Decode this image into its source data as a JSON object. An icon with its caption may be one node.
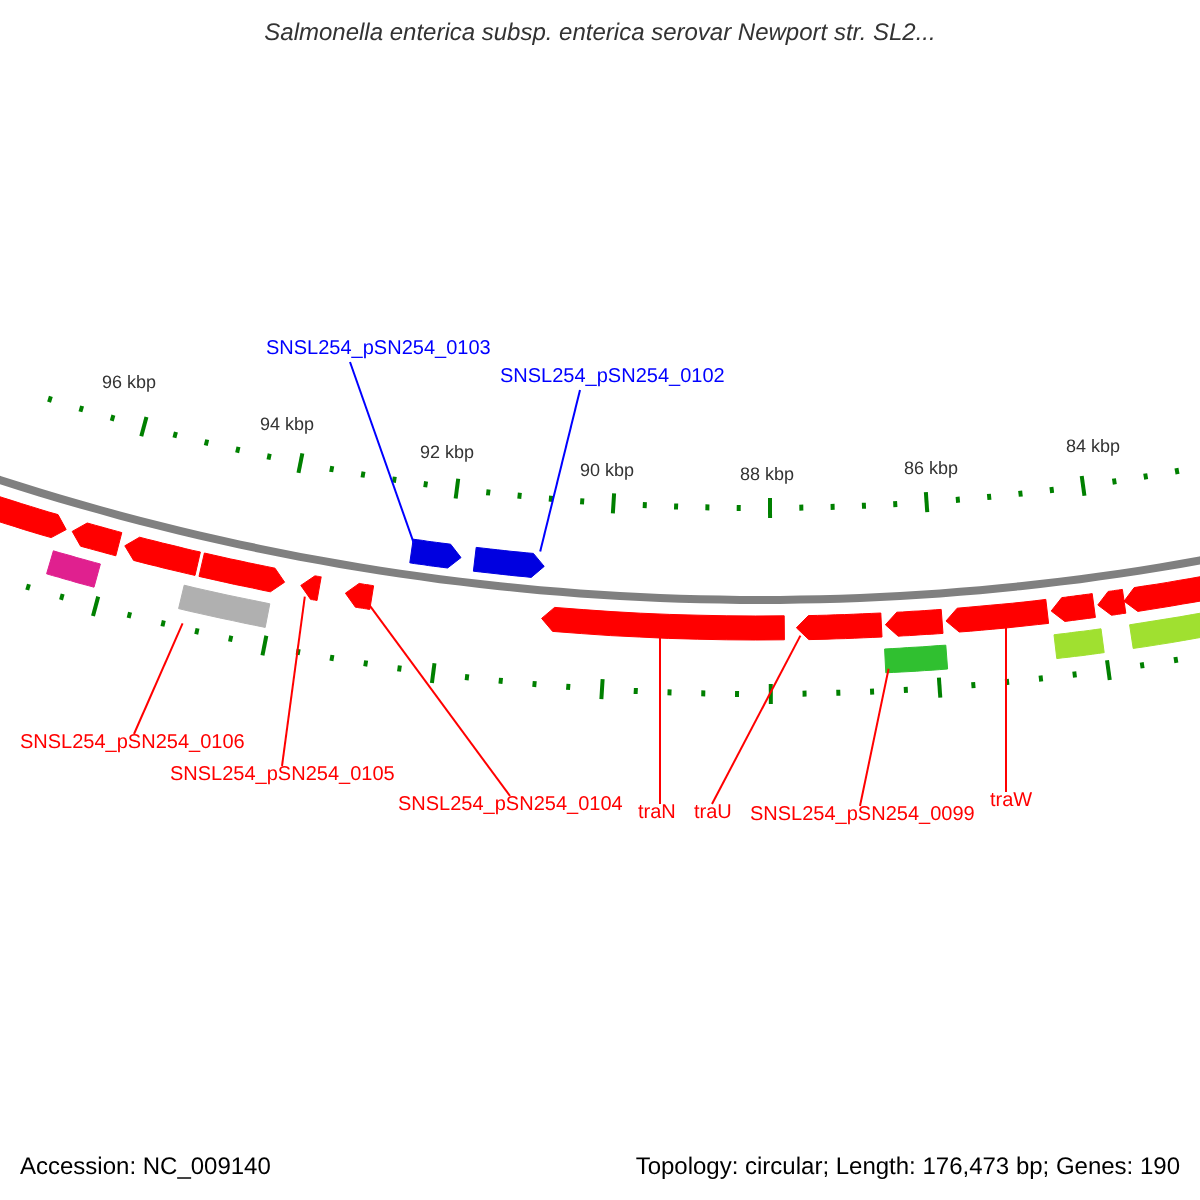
{
  "diagram": {
    "title": "Salmonella enterica subsp. enterica serovar Newport str. SL2...",
    "nodes": [
      {
        "text": [
          "SNSL254_pSN254_0103"
        ]
      },
      {
        "text": [
          "SNSL254_pSN254_0102"
        ]
      },
      {
        "text": [
          "SNSL254_pSN254_0106"
        ]
      },
      {
        "text": [
          "SNSL254_pSN254_0105"
        ]
      },
      {
        "text": [
          "SNSL254_pSN254_0104"
        ]
      },
      {
        "text": [
          "traN"
        ]
      },
      {
        "text": [
          "traU"
        ]
      },
      {
        "text": [
          "SNSL254_pSN254_0099"
        ]
      },
      {
        "text": [
          "traW"
        ]
      },
      {
        "text": [],
        "shape": "arrow"
      },
      {
        "text": [],
        "shape": "bar"
      },
      {
        "text": [],
        "shape": "arrow"
      },
      {
        "text": [],
        "shape": "arrow"
      },
      {
        "text": [],
        "shape": "bar"
      },
      {
        "text": [],
        "shape": "arrow"
      },
      {
        "text": [],
        "shape": "arrow"
      },
      {
        "text": [],
        "shape": "arrow"
      },
      {
        "text": [],
        "shape": "arrow"
      },
      {
        "text": [],
        "shape": "arrow"
      },
      {
        "text": [],
        "shape": "arrow"
      },
      {
        "text": [],
        "shape": "arrow"
      },
      {
        "text": [],
        "shape": "bar"
      },
      {
        "text": [],
        "shape": "arrow"
      },
      {
        "text": [],
        "shape": "arrow"
      },
      {
        "text": [],
        "shape": "arrow"
      },
      {
        "text": [],
        "shape": "bar"
      },
      {
        "text": [],
        "shape": "arrow"
      },
      {
        "text": [],
        "shape": "arrow"
      },
      {
        "text": [],
        "shape": "bar"
      }
    ],
    "edges": [
      {
        "from": 0,
        "to": 17,
        "arrow": "none",
        "color": "#0000ff"
      },
      {
        "from": 1,
        "to": 18,
        "arrow": "none",
        "color": "#0000ff"
      },
      {
        "from": 2,
        "to": 13,
        "arrow": "none"
      },
      {
        "from": 3,
        "to": 15,
        "arrow": "none"
      },
      {
        "from": 4,
        "to": 16,
        "arrow": "none"
      },
      {
        "from": 5,
        "to": 19,
        "arrow": "none"
      },
      {
        "from": 6,
        "to": 20,
        "arrow": "none"
      },
      {
        "from": 7,
        "to": 21,
        "arrow": "none"
      },
      {
        "from": 8,
        "to": 23,
        "arrow": "none"
      }
    ],
    "labels": [
      "96 kbp",
      "94 kbp",
      "92 kbp",
      "90 kbp",
      "88 kbp",
      "86 kbp",
      "84 kbp",
      "Accession: NC_009140",
      "Topology: circular; Length: 176,473 bp; Genes: 190"
    ]
  }
}
